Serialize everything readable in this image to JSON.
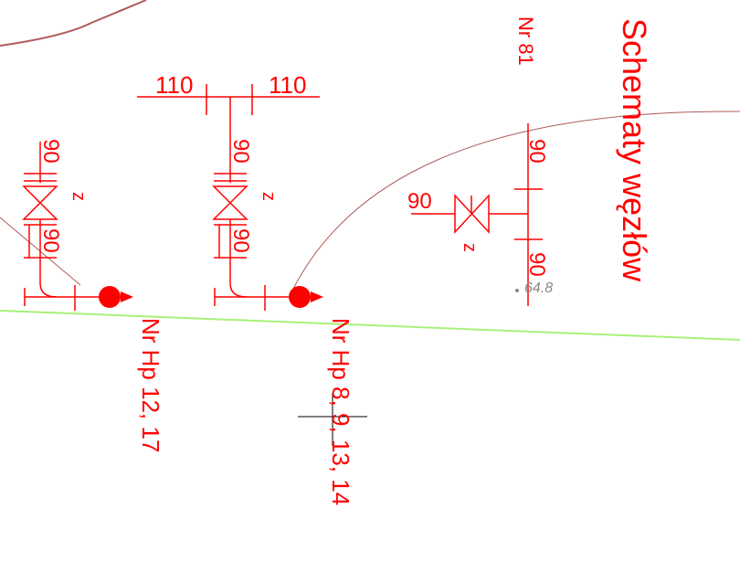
{
  "colors": {
    "primary_red": "#ff0000",
    "curve": "#b05a5a",
    "green_line": "#a8f07a",
    "cross": "#000000",
    "gray": "#888888"
  },
  "diagram": {
    "title": "Schematy węzłów",
    "nodes": {
      "nr81": {
        "label": "Nr 81",
        "pipe_top": "90",
        "pipe_bottom": "90",
        "branch_left": "90",
        "valve_mark": "z",
        "point_value": "64.8"
      },
      "hp_8_9_13_14": {
        "label": "Nr Hp 8, 9, 13, 14",
        "pipe_left": "110",
        "pipe_right": "110",
        "pipe_upper": "90",
        "pipe_lower": "90",
        "valve_mark": "z"
      },
      "hp_12_17": {
        "label": "Nr Hp 12, 17",
        "pipe_upper": "90",
        "pipe_lower": "90",
        "valve_mark": "z"
      }
    }
  }
}
